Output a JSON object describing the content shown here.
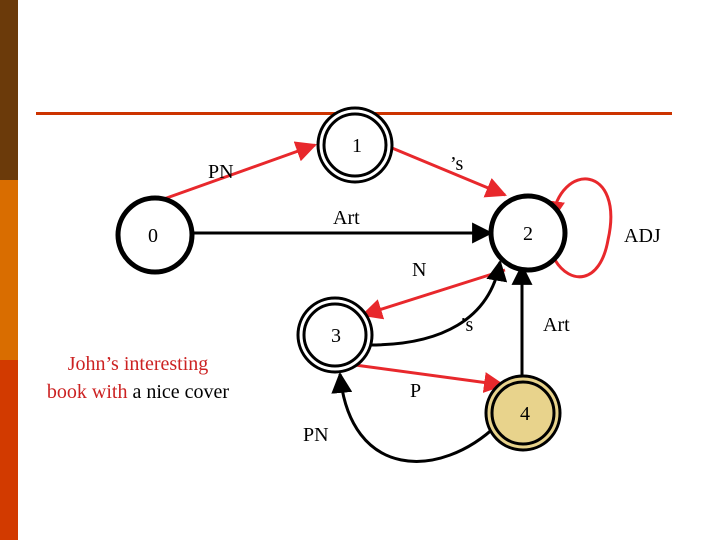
{
  "colors": {
    "bar_top": "#6b3a0a",
    "bar_mid": "#d96d00",
    "bar_bottom": "#d23a00",
    "divider": "#cc3300",
    "highlight_edge": "#e8282c",
    "edge": "#000000",
    "accept_node_fill": "#e8d38c",
    "caption_highlight": "#cc2222"
  },
  "nodes": {
    "n0": "0",
    "n1": "1",
    "n2": "2",
    "n3": "3",
    "n4": "4"
  },
  "edge_labels": {
    "pn_top": "PN",
    "s_top": "’s",
    "art_top": "Art",
    "adj": "ADJ",
    "n": "N",
    "s_mid": "’s",
    "art_mid": "Art",
    "p": "P",
    "pn_bottom": "PN"
  },
  "caption": {
    "line1_red": "John’s interesting",
    "line2_red": "book with",
    "line2_black": " a nice cover"
  }
}
